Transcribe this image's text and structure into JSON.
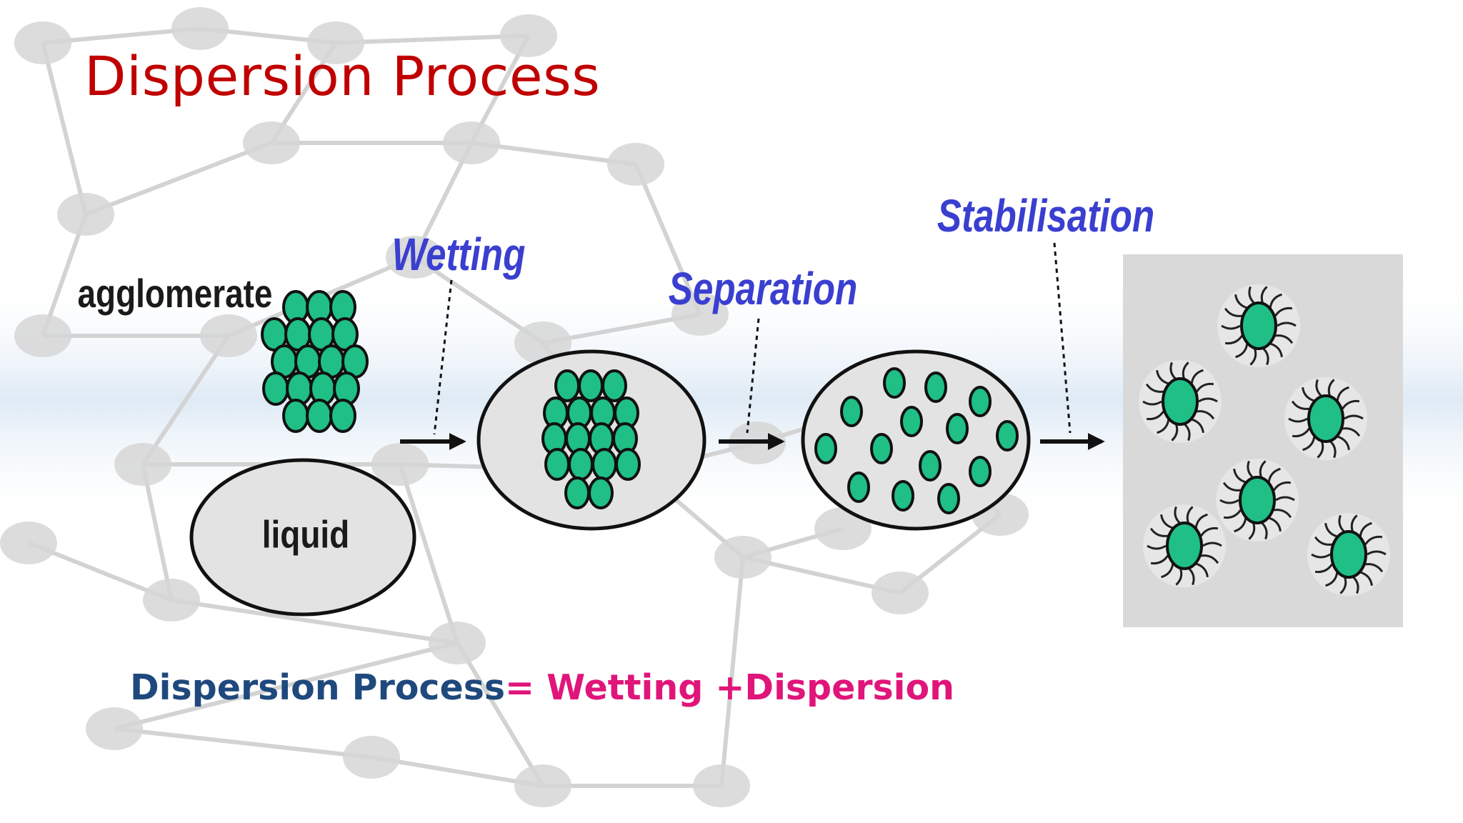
{
  "slide": {
    "title": "Dispersion Process",
    "equation": {
      "lhs": "Dispersion Process",
      "rhs": "= Wetting +Dispersion"
    },
    "colors": {
      "title": "#c00000",
      "equation_lhs": "#1f497d",
      "equation_rhs": "#e0157a",
      "particle": "#1fbf86",
      "stage_label": "#3a3fd0"
    }
  },
  "diagram": {
    "agglomerate_label": "agglomerate",
    "liquid_label": "liquid",
    "stages": [
      {
        "id": "wetting",
        "label": "Wetting"
      },
      {
        "id": "separation",
        "label": "Separation"
      },
      {
        "id": "stabilisation",
        "label": "Stabilisation"
      }
    ]
  }
}
